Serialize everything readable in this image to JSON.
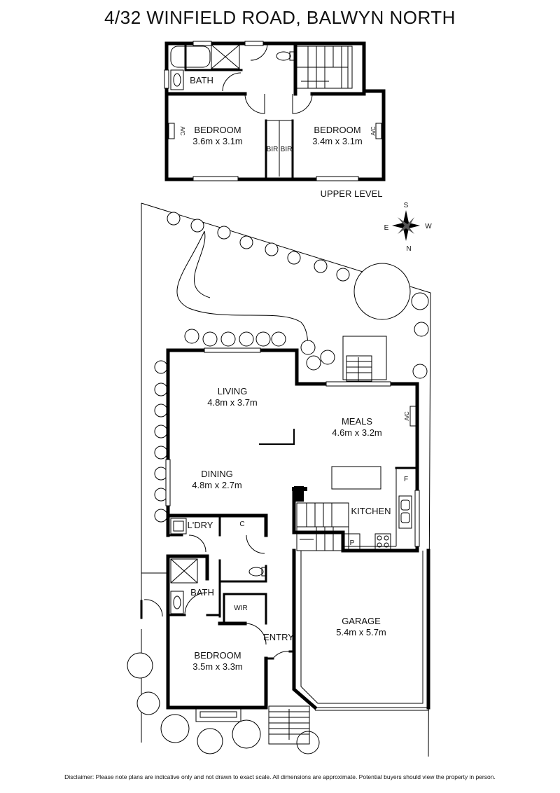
{
  "title": "4/32 WINFIELD ROAD, BALWYN NORTH",
  "upper_level": {
    "caption": "UPPER LEVEL",
    "rooms": {
      "bath": "BATH",
      "bedroom1_name": "BEDROOM",
      "bedroom1_size": "3.6m x 3.1m",
      "bedroom2_name": "BEDROOM",
      "bedroom2_size": "3.4m x 3.1m",
      "bir1": "BIR",
      "bir2": "BIR",
      "ac1": "A/C",
      "ac2": "A/C"
    }
  },
  "compass": {
    "n": "N",
    "s": "S",
    "e": "E",
    "w": "W"
  },
  "ground_level": {
    "living_name": "LIVING",
    "living_size": "4.8m x 3.7m",
    "meals_name": "MEALS",
    "meals_size": "4.6m x 3.2m",
    "dining_name": "DINING",
    "dining_size": "4.8m x 2.7m",
    "kitchen": "KITCHEN",
    "ldry": "L'DRY",
    "c": "C",
    "f": "F",
    "p": "P",
    "ac": "A/C",
    "bath": "BATH",
    "wir": "WIR",
    "bedroom_name": "BEDROOM",
    "bedroom_size": "3.5m x 3.3m",
    "entry": "ENTRY",
    "garage_name": "GARAGE",
    "garage_size": "5.4m x 5.7m"
  },
  "disclaimer": "Disclaimer: Please note plans are indicative only and not drawn to exact scale. All dimensions are approximate. Potential buyers should view the property in person."
}
